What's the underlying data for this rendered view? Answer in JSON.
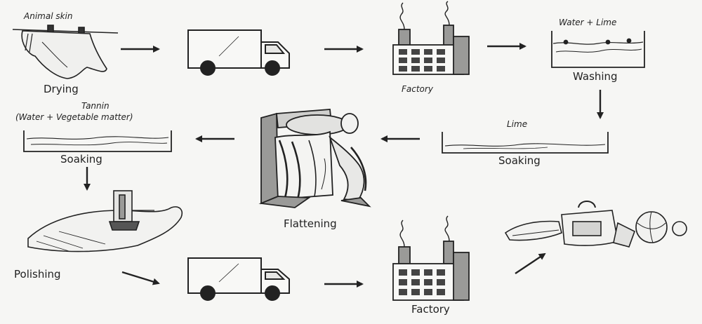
{
  "labels": {
    "animal_skin": "Animal skin",
    "drying": "Drying",
    "factory_1": "Factory",
    "water_lime": "Water + Lime",
    "washing": "Washing",
    "lime": "Lime",
    "soaking_lime": "Soaking",
    "flattening": "Flattening",
    "tannin": "Tannin",
    "water_vegetable": "(Water + Vegetable matter)",
    "soaking_tannin": "Soaking",
    "polishing": "Polishing",
    "factory_2": "Factory"
  },
  "colors": {
    "ink": "#222222",
    "background": "#f6f6f4",
    "shade": "#9a9a98"
  }
}
